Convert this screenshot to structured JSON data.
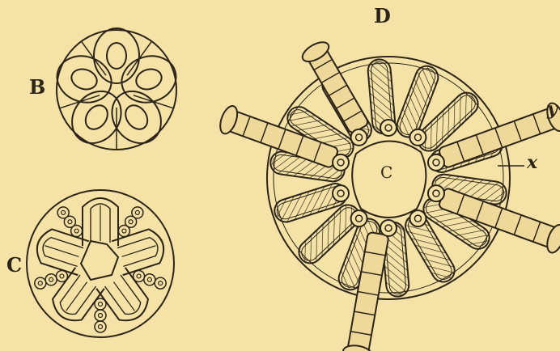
{
  "figure": {
    "labels": {
      "b": "B",
      "c": "C",
      "d": "D",
      "x": "x",
      "y": "y",
      "center": "C"
    },
    "colors": {
      "paper": "#f4e2a6",
      "ink": "#2c2418",
      "spine_fill": "#efd99a"
    }
  }
}
